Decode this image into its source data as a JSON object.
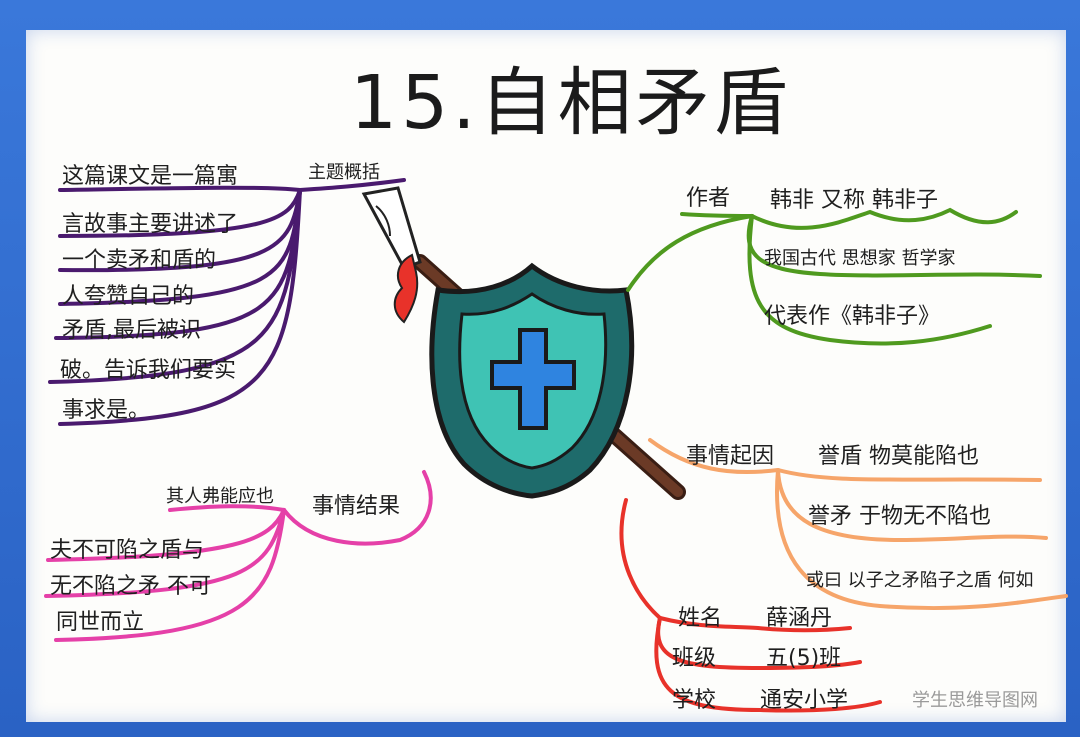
{
  "title": "15.自相矛盾",
  "left_branch": {
    "label": "主题概括",
    "lines": [
      "这篇课文是一篇寓",
      "言故事主要讲述了",
      "一个卖矛和盾的",
      "人夸赞自己的",
      "矛盾,最后被识",
      "破。告诉我们要实",
      "事求是。"
    ]
  },
  "result_branch": {
    "label": "事情结果",
    "sub": "其人弗能应也",
    "lines": [
      "夫不可陷之盾与",
      "无不陷之矛 不可",
      "同世而立"
    ]
  },
  "author_branch": {
    "label": "作者",
    "name": "韩非 又称 韩非子",
    "lines": [
      "我国古代 思想家 哲学家",
      "代表作《韩非子》"
    ]
  },
  "event_branch": {
    "label": "事情起因",
    "lines": [
      "誉盾 物莫能陷也",
      "誉矛 于物无不陷也",
      "或曰 以子之矛陷子之盾 何如"
    ]
  },
  "info_branch": {
    "name_label": "姓名",
    "name_value": "薛涵丹",
    "class_label": "班级",
    "class_value": "五(5)班",
    "school_label": "学校",
    "school_value": "通安小学"
  },
  "watermark": "学生思维导图网",
  "colors": {
    "purple": "#4a1a6e",
    "green": "#4f9a1f",
    "pink": "#e540a8",
    "orange": "#f6a56a",
    "red": "#e8322a",
    "shield_outer": "#1e6b6b",
    "shield_inner": "#3fc3b4",
    "cross": "#2f84e0"
  }
}
